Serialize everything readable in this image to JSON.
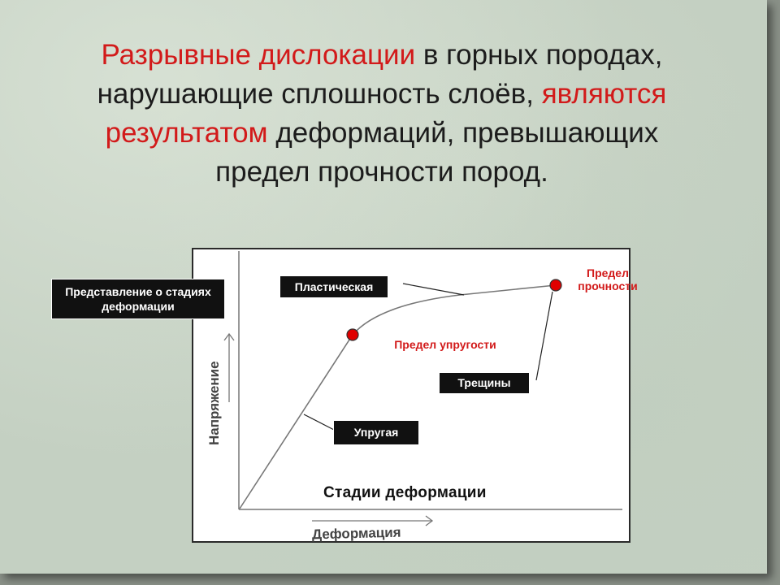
{
  "title": {
    "part1_red": "Разрывные дислокации ",
    "part2": " в горных породах,",
    "line2_black": "нарушающие сплошность слоёв, ",
    "line2_red": "являются",
    "line3_red": "результатом",
    "line3_black": " деформаций, превышающих",
    "line4": "предел прочности пород."
  },
  "diagram": {
    "caption": "Представление о стадиях деформации",
    "stage_title": "Стадии деформации",
    "x_axis": "Деформация",
    "y_axis": "Напряжение",
    "labels": {
      "plastic": "Пластическая",
      "elastic": "Упругая",
      "cracks": "Трещины",
      "elastic_limit": "Предел упругости",
      "strength_limit": "Предел прочности"
    },
    "points": [
      {
        "name": "elastic_limit",
        "color": "#e00000"
      },
      {
        "name": "strength_limit",
        "color": "#e00000"
      }
    ]
  },
  "colors": {
    "accent_red": "#d21a1a",
    "tag_bg": "#111111"
  }
}
